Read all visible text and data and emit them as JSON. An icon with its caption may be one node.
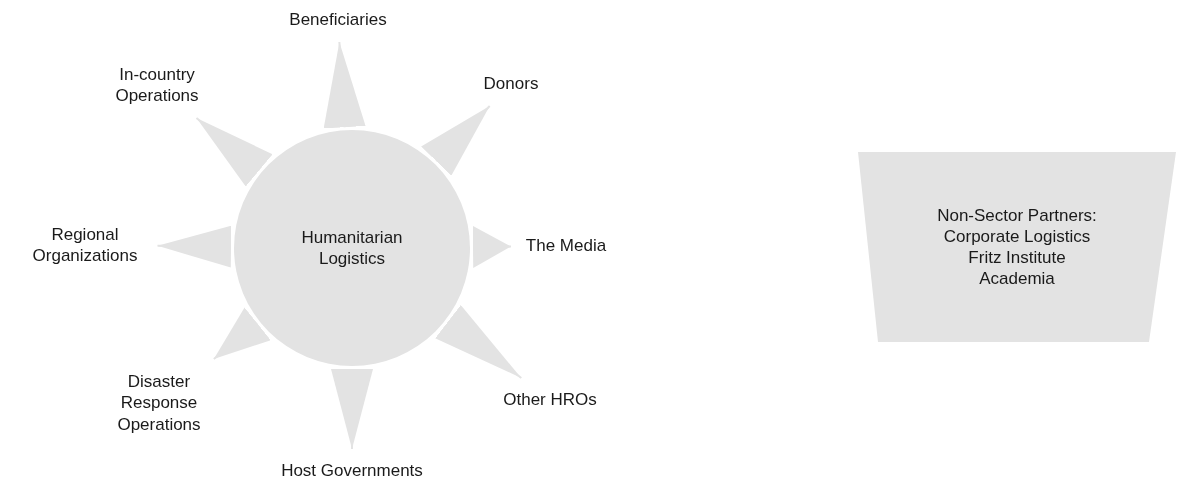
{
  "diagram": {
    "nodes": [
      {
        "text": [
          "Beneficiaries"
        ]
      },
      {
        "text": [
          "In-country Operations"
        ]
      },
      {
        "text": [
          "Donors"
        ]
      },
      {
        "text": [
          "Non-Sector Partners:",
          "Corporate Logistics",
          "Fritz Institute",
          "Academia"
        ]
      },
      {
        "text": [
          "Regional Organizations"
        ]
      },
      {
        "text": [
          "Humanitarian Logistics"
        ]
      },
      {
        "text": [
          "The Media"
        ]
      },
      {
        "text": [
          "Disaster Response Operations"
        ]
      },
      {
        "text": [
          "Other HROs"
        ]
      },
      {
        "text": [
          "Host Governments"
        ]
      }
    ],
    "edges": [
      {
        "from": 5,
        "to": 0,
        "arrow": "to"
      },
      {
        "from": 5,
        "to": 2,
        "arrow": "to"
      },
      {
        "from": 5,
        "to": 6,
        "arrow": "to"
      },
      {
        "from": 5,
        "to": 8,
        "arrow": "to"
      },
      {
        "from": 5,
        "to": 9,
        "arrow": "to"
      },
      {
        "from": 5,
        "to": 7,
        "arrow": "to"
      },
      {
        "from": 5,
        "to": 4,
        "arrow": "to"
      },
      {
        "from": 5,
        "to": 1,
        "arrow": "to"
      }
    ]
  }
}
